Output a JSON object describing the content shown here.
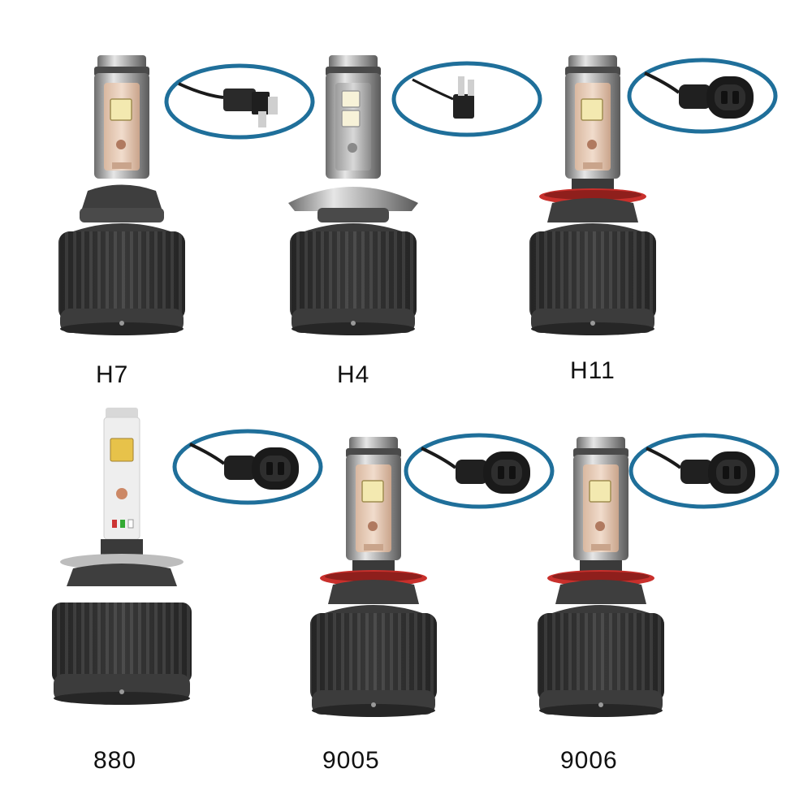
{
  "colors": {
    "ring": "#1f6f9a",
    "fin_dark": "#2e2e2e",
    "fin_light": "#5a5a5a",
    "chrome": "#b8b8b8",
    "rubber_seal": "#c9302c",
    "led_chip": "#f3e9b0",
    "led_chip_warm": "#e7c24a"
  },
  "bulbs": [
    {
      "label": "H7",
      "connector": "h7-clip-icon",
      "base": "h7"
    },
    {
      "label": "H4",
      "connector": "h4-plug-icon",
      "base": "h4"
    },
    {
      "label": "H11",
      "connector": "oval-plug-icon",
      "base": "seal"
    },
    {
      "label": "880",
      "connector": "oval-plug-icon",
      "base": "880"
    },
    {
      "label": "9005",
      "connector": "oval-plug-icon",
      "base": "seal"
    },
    {
      "label": "9006",
      "connector": "oval-plug-icon",
      "base": "seal"
    }
  ]
}
